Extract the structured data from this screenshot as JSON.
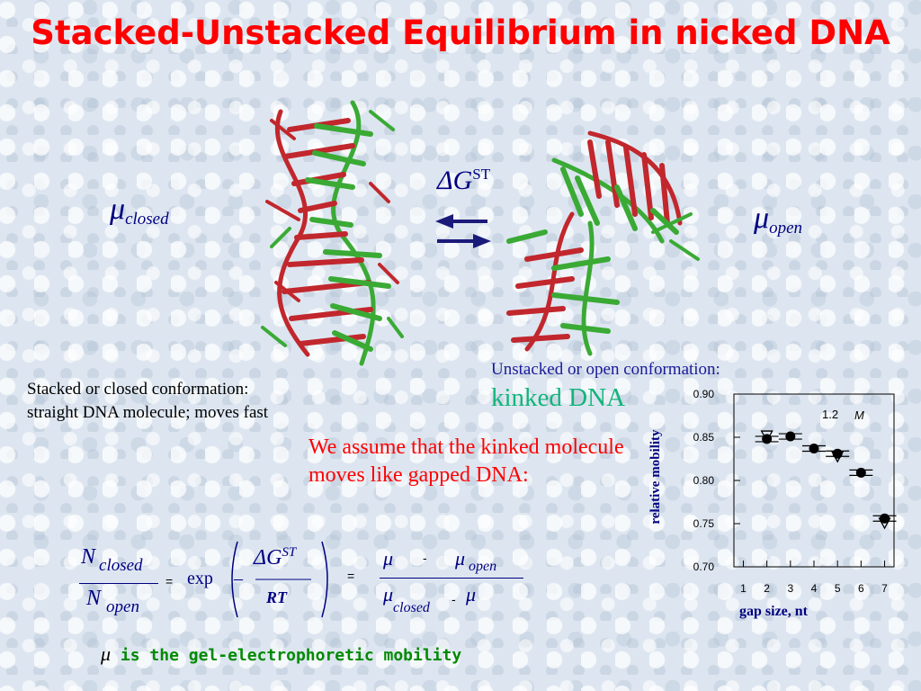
{
  "title": "Stacked-Unstacked Equilibrium in nicked DNA",
  "labels": {
    "mu_symbol": "μ",
    "closed_sub": "closed",
    "open_sub": "open",
    "delta_g": "ΔG",
    "st_sup": "ST"
  },
  "captions": {
    "stacked_line1": "Stacked or closed conformation:",
    "stacked_line2": "straight DNA molecule; moves fast",
    "unstacked": "Unstacked or open conformation:",
    "kinked": "kinked DNA",
    "assumption": "We assume that the kinked molecule moves like gapped DNA:"
  },
  "equation": {
    "N": "N",
    "closed": "closed",
    "open": "open",
    "equals": "=",
    "exp": "exp",
    "minus": "–",
    "deltaG": "ΔG",
    "st": "ST",
    "rt": "RT",
    "mu": "μ",
    "dash": "-"
  },
  "footnote": {
    "mu": "μ",
    "text": "is the gel-electrophoretic mobility"
  },
  "colors": {
    "title": "#ff0000",
    "strand_red": "#c1272d",
    "strand_green": "#3aaa35",
    "navy": "#000080",
    "kinked": "#12b57a"
  },
  "chart_data": {
    "type": "scatter",
    "ylabel": "relative mobility",
    "xlabel": "gap size, nt",
    "x_ticks": [
      1,
      2,
      3,
      4,
      5,
      6,
      7
    ],
    "y_ticks": [
      0.7,
      0.75,
      0.8,
      0.85,
      0.9
    ],
    "y_tick_labels": [
      "0.70",
      "0.75",
      "0.80",
      "0.85",
      "0.90"
    ],
    "xlim": [
      0.6,
      7.4
    ],
    "ylim": [
      0.7,
      0.9
    ],
    "annotation": {
      "value": "1.2",
      "unit": "M"
    },
    "series": [
      {
        "marker": "filled-circle",
        "x": [
          2,
          3,
          4,
          5,
          6,
          7
        ],
        "y": [
          0.848,
          0.851,
          0.837,
          0.831,
          0.809,
          0.756
        ]
      },
      {
        "marker": "open-triangle",
        "x": [
          2,
          5,
          7
        ],
        "y": [
          0.852,
          0.828,
          0.751
        ]
      }
    ]
  }
}
